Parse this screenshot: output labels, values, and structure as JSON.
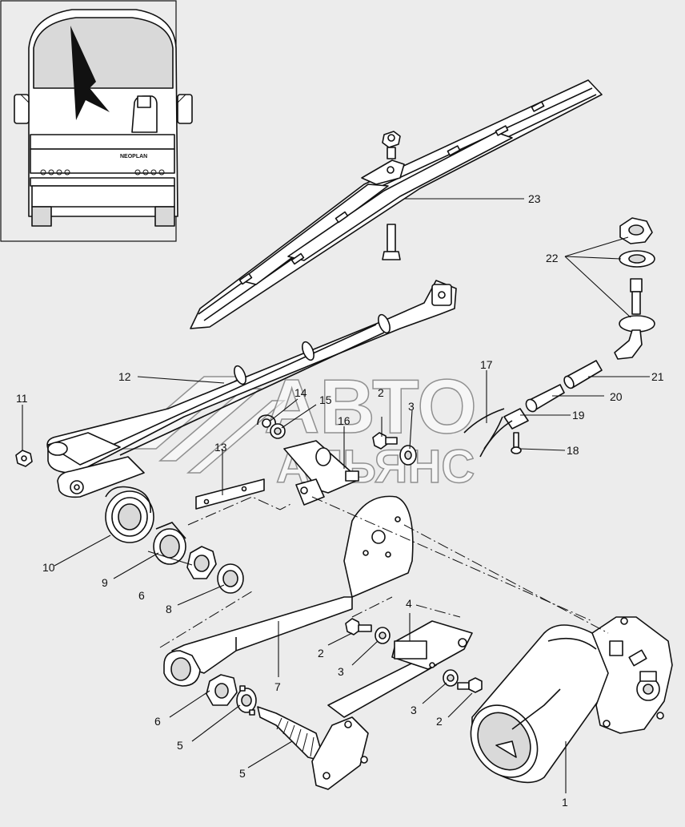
{
  "watermark": {
    "line1": "АВТО",
    "line2": "АЛЬЯНС"
  },
  "bus_inset": {
    "badge_text": "NEOPLAN"
  },
  "callouts": [
    {
      "id": "c1",
      "label": "1"
    },
    {
      "id": "c2a",
      "label": "2"
    },
    {
      "id": "c2b",
      "label": "2"
    },
    {
      "id": "c2c",
      "label": "2"
    },
    {
      "id": "c3a",
      "label": "3"
    },
    {
      "id": "c3b",
      "label": "3"
    },
    {
      "id": "c3c",
      "label": "3"
    },
    {
      "id": "c4",
      "label": "4"
    },
    {
      "id": "c5a",
      "label": "5"
    },
    {
      "id": "c5b",
      "label": "5"
    },
    {
      "id": "c6a",
      "label": "6"
    },
    {
      "id": "c6b",
      "label": "6"
    },
    {
      "id": "c7",
      "label": "7"
    },
    {
      "id": "c8",
      "label": "8"
    },
    {
      "id": "c9",
      "label": "9"
    },
    {
      "id": "c10",
      "label": "10"
    },
    {
      "id": "c11",
      "label": "11"
    },
    {
      "id": "c12",
      "label": "12"
    },
    {
      "id": "c13",
      "label": "13"
    },
    {
      "id": "c14",
      "label": "14"
    },
    {
      "id": "c15",
      "label": "15"
    },
    {
      "id": "c16",
      "label": "16"
    },
    {
      "id": "c17",
      "label": "17"
    },
    {
      "id": "c18",
      "label": "18"
    },
    {
      "id": "c19",
      "label": "19"
    },
    {
      "id": "c20",
      "label": "20"
    },
    {
      "id": "c21",
      "label": "21"
    },
    {
      "id": "c22",
      "label": "22"
    },
    {
      "id": "c23",
      "label": "23"
    }
  ]
}
